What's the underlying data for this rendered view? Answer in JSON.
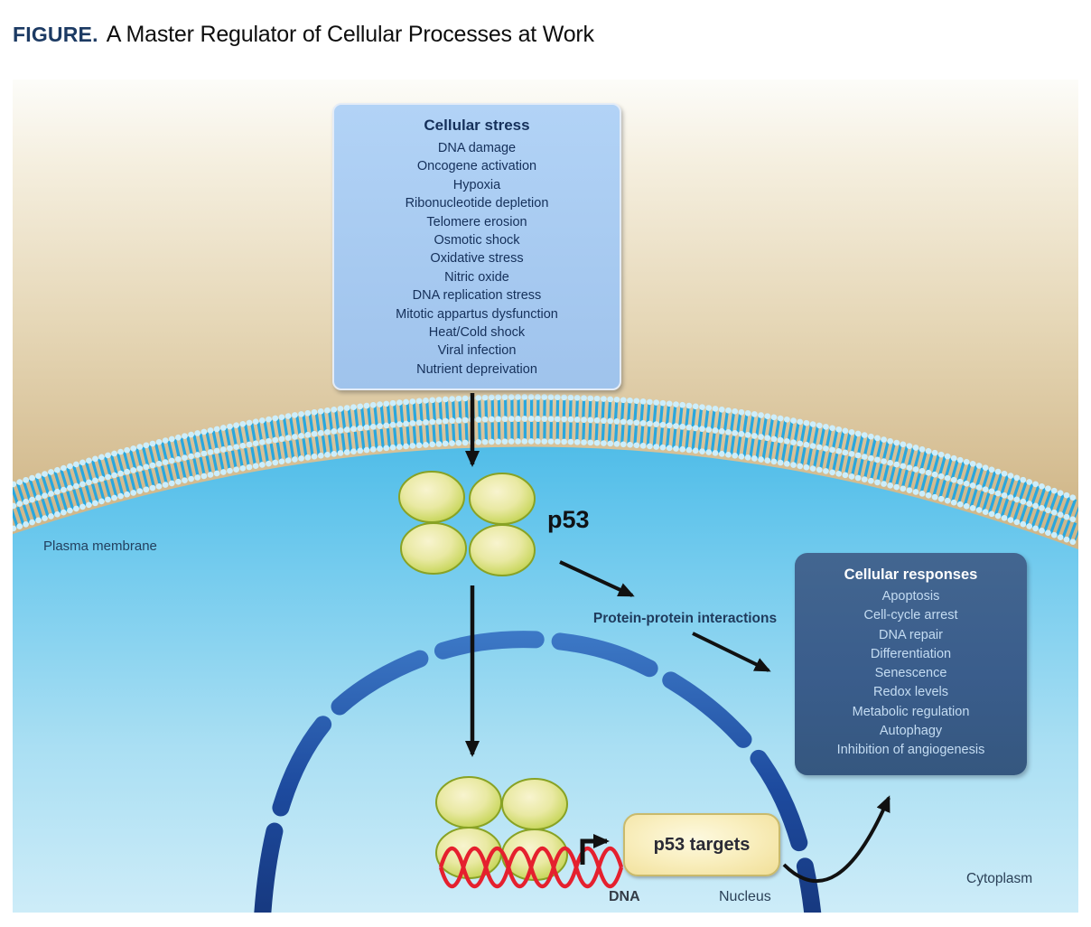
{
  "figure": {
    "label": "FIGURE.",
    "title": "A Master Regulator of Cellular Processes at Work"
  },
  "stress_box": {
    "title": "Cellular stress",
    "items": [
      "DNA damage",
      "Oncogene activation",
      "Hypoxia",
      "Ribonucleotide depletion",
      "Telomere erosion",
      "Osmotic shock",
      "Oxidative stress",
      "Nitric oxide",
      "DNA replication stress",
      "Mitotic appartus dysfunction",
      "Heat/Cold shock",
      "Viral infection",
      "Nutrient depreivation"
    ]
  },
  "responses_box": {
    "title": "Cellular responses",
    "items": [
      "Apoptosis",
      "Cell-cycle arrest",
      "DNA repair",
      "Differentiation",
      "Senescence",
      "Redox levels",
      "Metabolic regulation",
      "Autophagy",
      "Inhibition of angiogenesis"
    ]
  },
  "labels": {
    "plasma_membrane": "Plasma membrane",
    "p53": "p53",
    "protein_interactions": "Protein-protein interactions",
    "p53_targets": "p53 targets",
    "dna": "DNA",
    "nucleus": "Nucleus",
    "cytoplasm": "Cytoplasm"
  },
  "colors": {
    "figure_label_navy": "#1c3a63",
    "stress_box_fill": "#a6c9f0",
    "box_text_navy": "#15305a",
    "responses_box_fill": "#3a5d8c",
    "responses_item_text": "#c4dcf2",
    "targets_box_fill": "#f9efc0",
    "extracellular_tan": "#d2b98c",
    "cell_cyan_top": "#2fade1",
    "cell_cyan_bottom": "#cdecf8",
    "membrane_cyan": "#29a7de",
    "nuclear_envelope_blue": "#1d4a9e",
    "p53_green": "#ccd966",
    "dna_red": "#e5202e",
    "arrow_black": "#111111"
  }
}
